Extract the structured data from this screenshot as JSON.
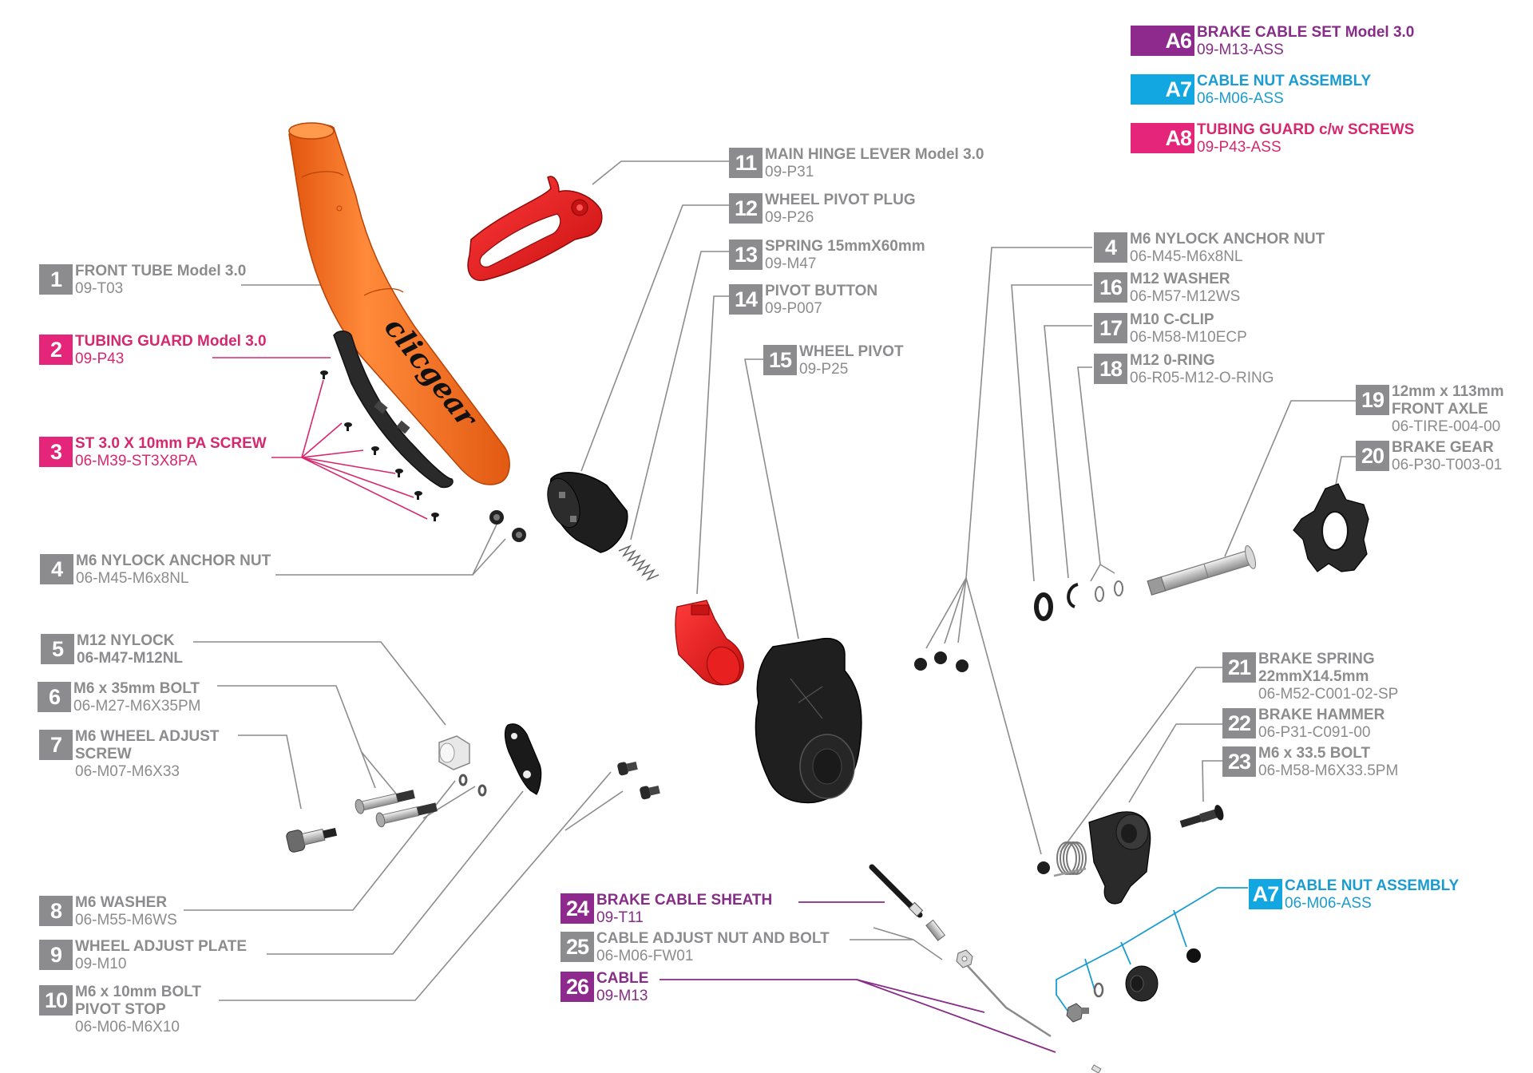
{
  "legend": [
    {
      "id": "A6",
      "name": "BRAKE CABLE SET Model 3.0",
      "code": "09-M13-ASS",
      "color": "purple"
    },
    {
      "id": "A7",
      "name": "CABLE NUT ASSEMBLY",
      "code": "06-M06-ASS",
      "color": "cyan"
    },
    {
      "id": "A8",
      "name": "TUBING GUARD c/w SCREWS",
      "code": "09-P43-ASS",
      "color": "magenta"
    }
  ],
  "parts": [
    {
      "num": "1",
      "name": "FRONT TUBE Model 3.0",
      "code": "09-T03",
      "color": "grey"
    },
    {
      "num": "2",
      "name": "TUBING GUARD Model 3.0",
      "code": "09-P43",
      "color": "magenta"
    },
    {
      "num": "3",
      "name": "ST 3.0 X 10mm PA SCREW",
      "code": "06-M39-ST3X8PA",
      "color": "magenta"
    },
    {
      "num": "4",
      "name": "M6 NYLOCK ANCHOR NUT",
      "code": "06-M45-M6x8NL",
      "color": "grey"
    },
    {
      "num": "5",
      "name": "M12 NYLOCK",
      "code": "06-M47-M12NL",
      "color": "grey"
    },
    {
      "num": "6",
      "name": "M6 x 35mm BOLT",
      "code": "06-M27-M6X35PM",
      "color": "grey"
    },
    {
      "num": "7",
      "name": "M6 WHEEL ADJUST",
      "name2": "SCREW",
      "code": "06-M07-M6X33",
      "color": "grey"
    },
    {
      "num": "8",
      "name": "M6 WASHER",
      "code": "06-M55-M6WS",
      "color": "grey"
    },
    {
      "num": "9",
      "name": "WHEEL ADJUST PLATE",
      "code": "09-M10",
      "color": "grey"
    },
    {
      "num": "10",
      "name": "M6 x 10mm BOLT",
      "name2": "PIVOT STOP",
      "code": "06-M06-M6X10",
      "color": "grey"
    },
    {
      "num": "11",
      "name": "MAIN HINGE LEVER Model 3.0",
      "code": "09-P31",
      "color": "grey"
    },
    {
      "num": "12",
      "name": "WHEEL PIVOT PLUG",
      "code": "09-P26",
      "color": "grey"
    },
    {
      "num": "13",
      "name": "SPRING 15mmX60mm",
      "code": "09-M47",
      "color": "grey"
    },
    {
      "num": "14",
      "name": "PIVOT BUTTON",
      "code": "09-P007",
      "color": "grey"
    },
    {
      "num": "15",
      "name": "WHEEL PIVOT",
      "code": "09-P25",
      "color": "grey"
    },
    {
      "num": "4",
      "name": "M6 NYLOCK ANCHOR NUT",
      "code": "06-M45-M6x8NL",
      "color": "grey"
    },
    {
      "num": "16",
      "name": "M12 WASHER",
      "code": "06-M57-M12WS",
      "color": "grey"
    },
    {
      "num": "17",
      "name": "M10 C-CLIP",
      "code": "06-M58-M10ECP",
      "color": "grey"
    },
    {
      "num": "18",
      "name": "M12 0-RING",
      "code": "06-R05-M12-O-RING",
      "color": "grey"
    },
    {
      "num": "19",
      "name": "12mm x 113mm",
      "name2": "FRONT AXLE",
      "code": "06-TIRE-004-00",
      "color": "grey"
    },
    {
      "num": "20",
      "name": "BRAKE GEAR",
      "code": "06-P30-T003-01",
      "color": "grey"
    },
    {
      "num": "21",
      "name": "BRAKE SPRING",
      "name2": "22mmX14.5mm",
      "code": "06-M52-C001-02-SP",
      "color": "grey"
    },
    {
      "num": "22",
      "name": "BRAKE HAMMER",
      "code": "06-P31-C091-00",
      "color": "grey"
    },
    {
      "num": "23",
      "name": "M6 x 33.5 BOLT",
      "code": "06-M58-M6X33.5PM",
      "color": "grey"
    },
    {
      "num": "24",
      "name": "BRAKE CABLE SHEATH",
      "code": "09-T11",
      "color": "purple"
    },
    {
      "num": "25",
      "name": "CABLE ADJUST NUT AND BOLT",
      "code": "06-M06-FW01",
      "color": "grey"
    },
    {
      "num": "26",
      "name": "CABLE",
      "code": "09-M13",
      "color": "purple"
    },
    {
      "num": "A7",
      "name": "CABLE NUT ASSEMBLY",
      "code": "06-M06-ASS",
      "color": "cyan"
    }
  ],
  "brand_text": "clicgear",
  "colors": {
    "grey": "#8c8c8e",
    "magenta": "#e4257a",
    "purple": "#8e2a8e",
    "cyan": "#12a7e0",
    "tube_orange": "#f26a1b",
    "lever_red": "#e01e1e",
    "part_black": "#1e1e1e"
  }
}
